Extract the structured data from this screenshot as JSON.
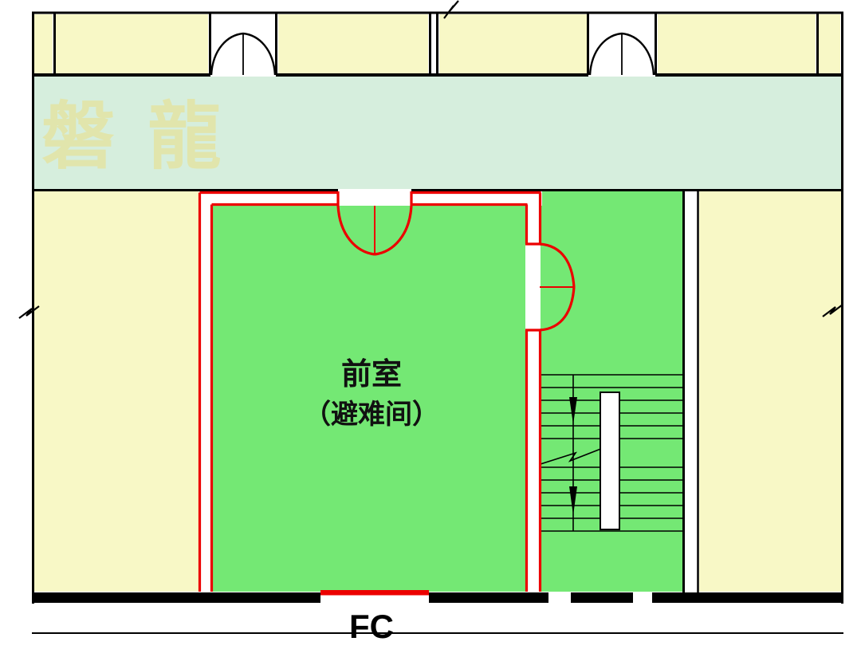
{
  "plan": {
    "refuge_room_label": "前室",
    "refuge_room_sublabel": "（避难间）",
    "fc_label": "FC",
    "watermark": "磐 龍"
  },
  "colors": {
    "background": "#ffffff",
    "room_yellow": "#f8f8c6",
    "corridor_green": "#d6eedd",
    "refuge_green": "#74e874",
    "wall_black": "#000000",
    "wall_red": "#ec0000",
    "watermark_text": "#e4e4a4"
  }
}
